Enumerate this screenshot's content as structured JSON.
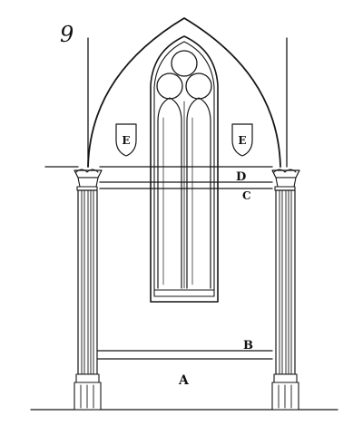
{
  "figure": {
    "number": "9",
    "ink_color": "#161616",
    "paper_color": "#ffffff"
  },
  "labels": {
    "a": "A",
    "b": "B",
    "c": "C",
    "d": "D",
    "shield_left": "E",
    "shield_right": "E"
  }
}
